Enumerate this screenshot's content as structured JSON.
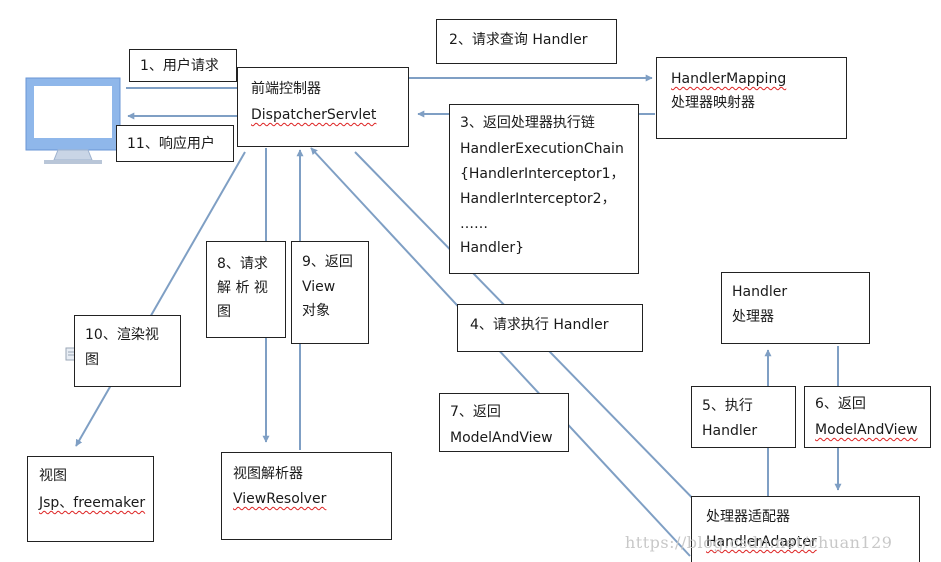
{
  "colors": {
    "arrow": "#7f9fc4",
    "border": "#222222",
    "monitor": "#7aa7e0",
    "squiggle": "#dd2222"
  },
  "labels": {
    "user_request": "1、用户请求",
    "query_handler": "2、请求查询 Handler",
    "return_chain": {
      "line1": "3、返回处理器执行链",
      "line2": "HandlerExecutionChain",
      "line3": "{HandlerInterceptor1，",
      "line4": "HandlerInterceptor2，",
      "line5": "……",
      "line6": "Handler}"
    },
    "execute_request": "4、请求执行 Handler",
    "execute": {
      "line1": "5、执行",
      "line2": "Handler"
    },
    "return_mav": {
      "line1": "6、返回",
      "line2": "ModelAndView"
    },
    "return_mav2": {
      "line1": "7、返回",
      "line2": "ModelAndView"
    },
    "resolve_request": {
      "line1": "8、请求",
      "line2": "解 析 视",
      "line3": "图"
    },
    "return_view": {
      "line1": "9、返回",
      "line2": "View",
      "line3": "对象"
    },
    "render_view": {
      "line1": "10、渲染视",
      "line2": "图"
    },
    "respond_user": "11、响应用户"
  },
  "nodes": {
    "dispatcher": {
      "line1": "前端控制器",
      "line2": "DispatcherServlet"
    },
    "handler_mapping": {
      "line1": "HandlerMapping",
      "line2": "处理器映射器"
    },
    "handler": {
      "line1": "Handler",
      "line2": "处理器"
    },
    "handler_adapter": {
      "line1": "处理器适配器",
      "line2": "HandlerAdapter"
    },
    "view_resolver": {
      "line1": "视图解析器",
      "line2": "ViewResolver"
    },
    "view": {
      "line1": "视图",
      "line2": "Jsp、freemaker"
    }
  },
  "watermark": "https://blog.csdn.net/chuan129"
}
